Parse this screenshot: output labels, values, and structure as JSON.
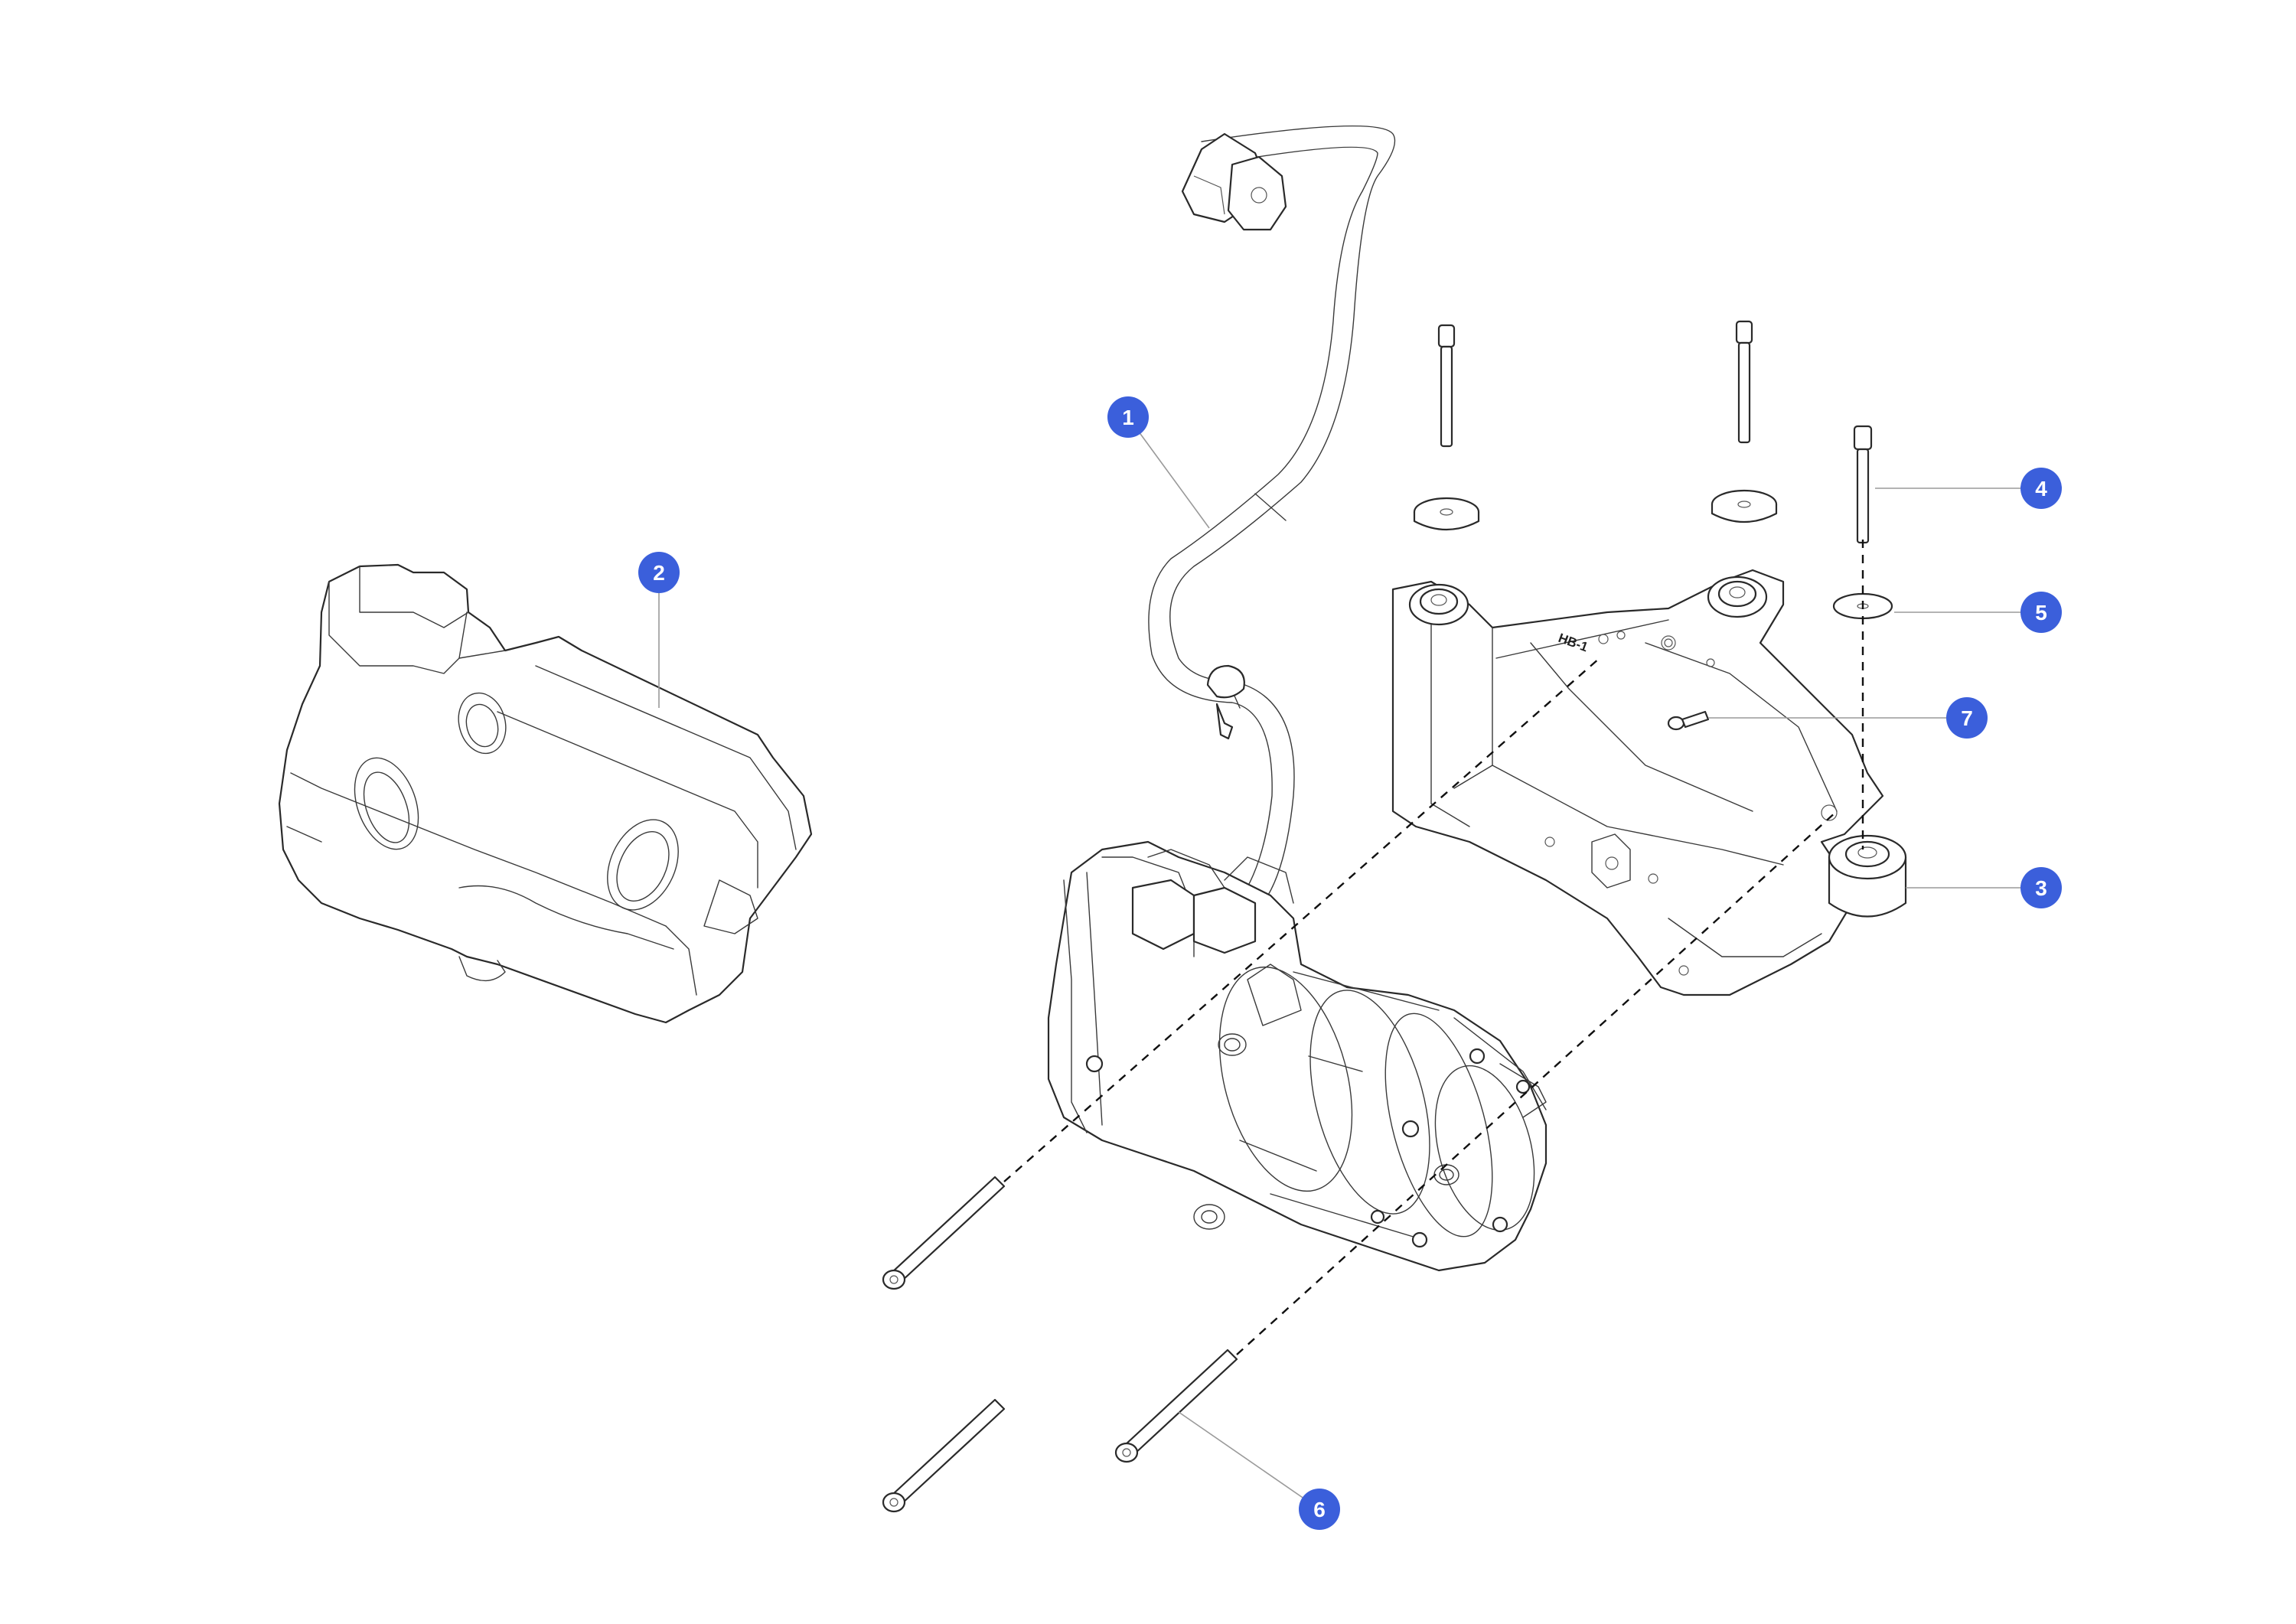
{
  "callouts": [
    {
      "label": "1"
    },
    {
      "label": "2"
    },
    {
      "label": "3"
    },
    {
      "label": "4"
    },
    {
      "label": "5"
    },
    {
      "label": "6"
    },
    {
      "label": "7"
    }
  ],
  "bracket_marking": "HB-1",
  "colors": {
    "callout": "#3B5FDB",
    "callout_text": "#ffffff",
    "line": "#2a2a2a",
    "leader": "#9a9a9a"
  }
}
